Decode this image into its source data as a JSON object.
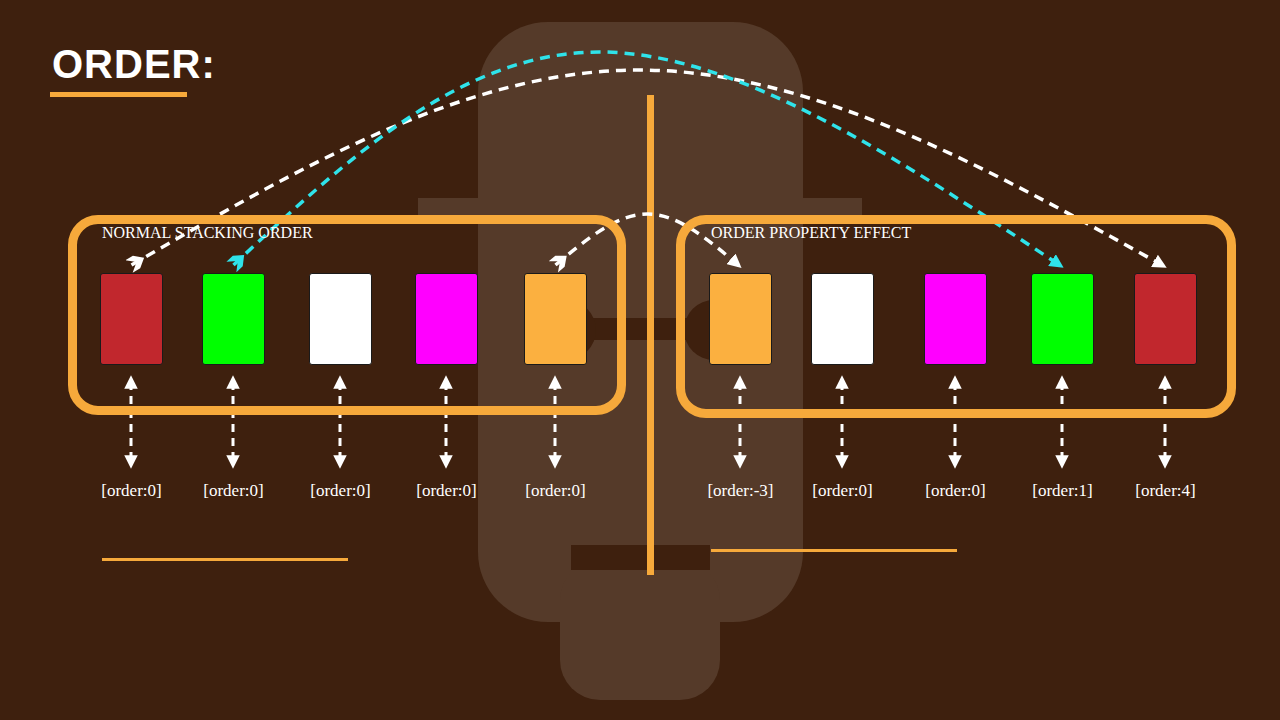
{
  "diagram": {
    "title": "ORDER:",
    "nodes": [
      {
        "text": [
          "NORMAL STACKING ORDER"
        ]
      },
      {
        "text": [
          "[order:0]"
        ],
        "in": 0
      },
      {
        "text": [
          "[order:0]"
        ],
        "in": 0
      },
      {
        "text": [
          "[order:0]"
        ],
        "in": 0
      },
      {
        "text": [
          "[order:0]"
        ],
        "in": 0
      },
      {
        "text": [
          "[order:0]"
        ],
        "in": 0
      },
      {
        "text": [
          "ORDER PROPERTY EFFECT"
        ]
      },
      {
        "text": [
          "[order:-3]"
        ],
        "in": 6
      },
      {
        "text": [
          "[order:0]"
        ],
        "in": 6
      },
      {
        "text": [
          "[order:0]"
        ],
        "in": 6
      },
      {
        "text": [
          "[order:1]"
        ],
        "in": 6
      },
      {
        "text": [
          "[order:4]"
        ],
        "in": 6
      }
    ],
    "edges": [
      {
        "from": 1,
        "to": 11,
        "arrow": "to"
      },
      {
        "from": 2,
        "to": 10,
        "arrow": "to"
      },
      {
        "from": 5,
        "to": 7,
        "arrow": "to"
      }
    ]
  }
}
